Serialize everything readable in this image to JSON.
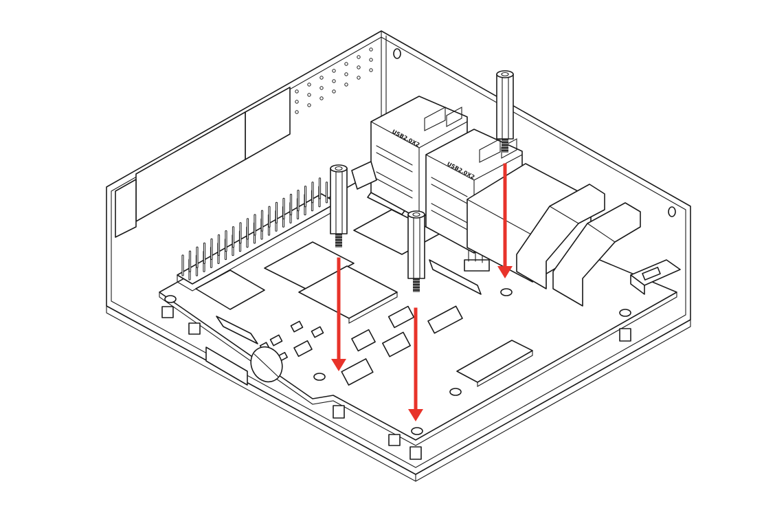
{
  "diagram": {
    "usb_ports": [
      {
        "label": "USB2.0X2"
      },
      {
        "label": "USB2.0X2"
      }
    ],
    "colors": {
      "line": "#1a1a1a",
      "arrow": "#e8332a",
      "background": "#ffffff"
    },
    "icons": [
      "enclosure",
      "circuit-board",
      "standoff",
      "arrow-down"
    ]
  }
}
